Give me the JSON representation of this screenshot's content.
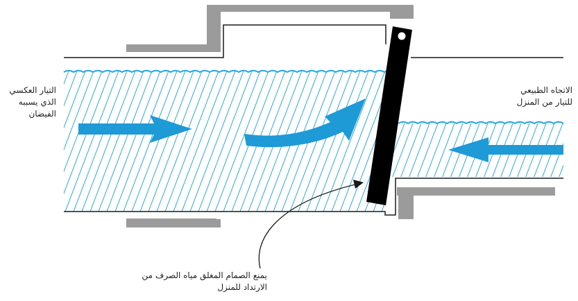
{
  "labels": {
    "backflow": {
      "line1": "التيار العكسي",
      "line2": "الذي يسببه",
      "line3": "الفيضان"
    },
    "normal_flow": {
      "line1": "الاتجاه الطبيعي",
      "line2": "للتيار من المنزل"
    },
    "valve_note": {
      "line1": "يمنع الصمام المغلق مياه الصرف من",
      "line2": "الارتداد للمنزل"
    }
  },
  "colors": {
    "water_line": "#29a8e0",
    "arrow": "#1e9ad6",
    "pipe_shadow": "#9b9b9b",
    "pipe_line": "#1a1a1a",
    "valve": "#000000"
  }
}
